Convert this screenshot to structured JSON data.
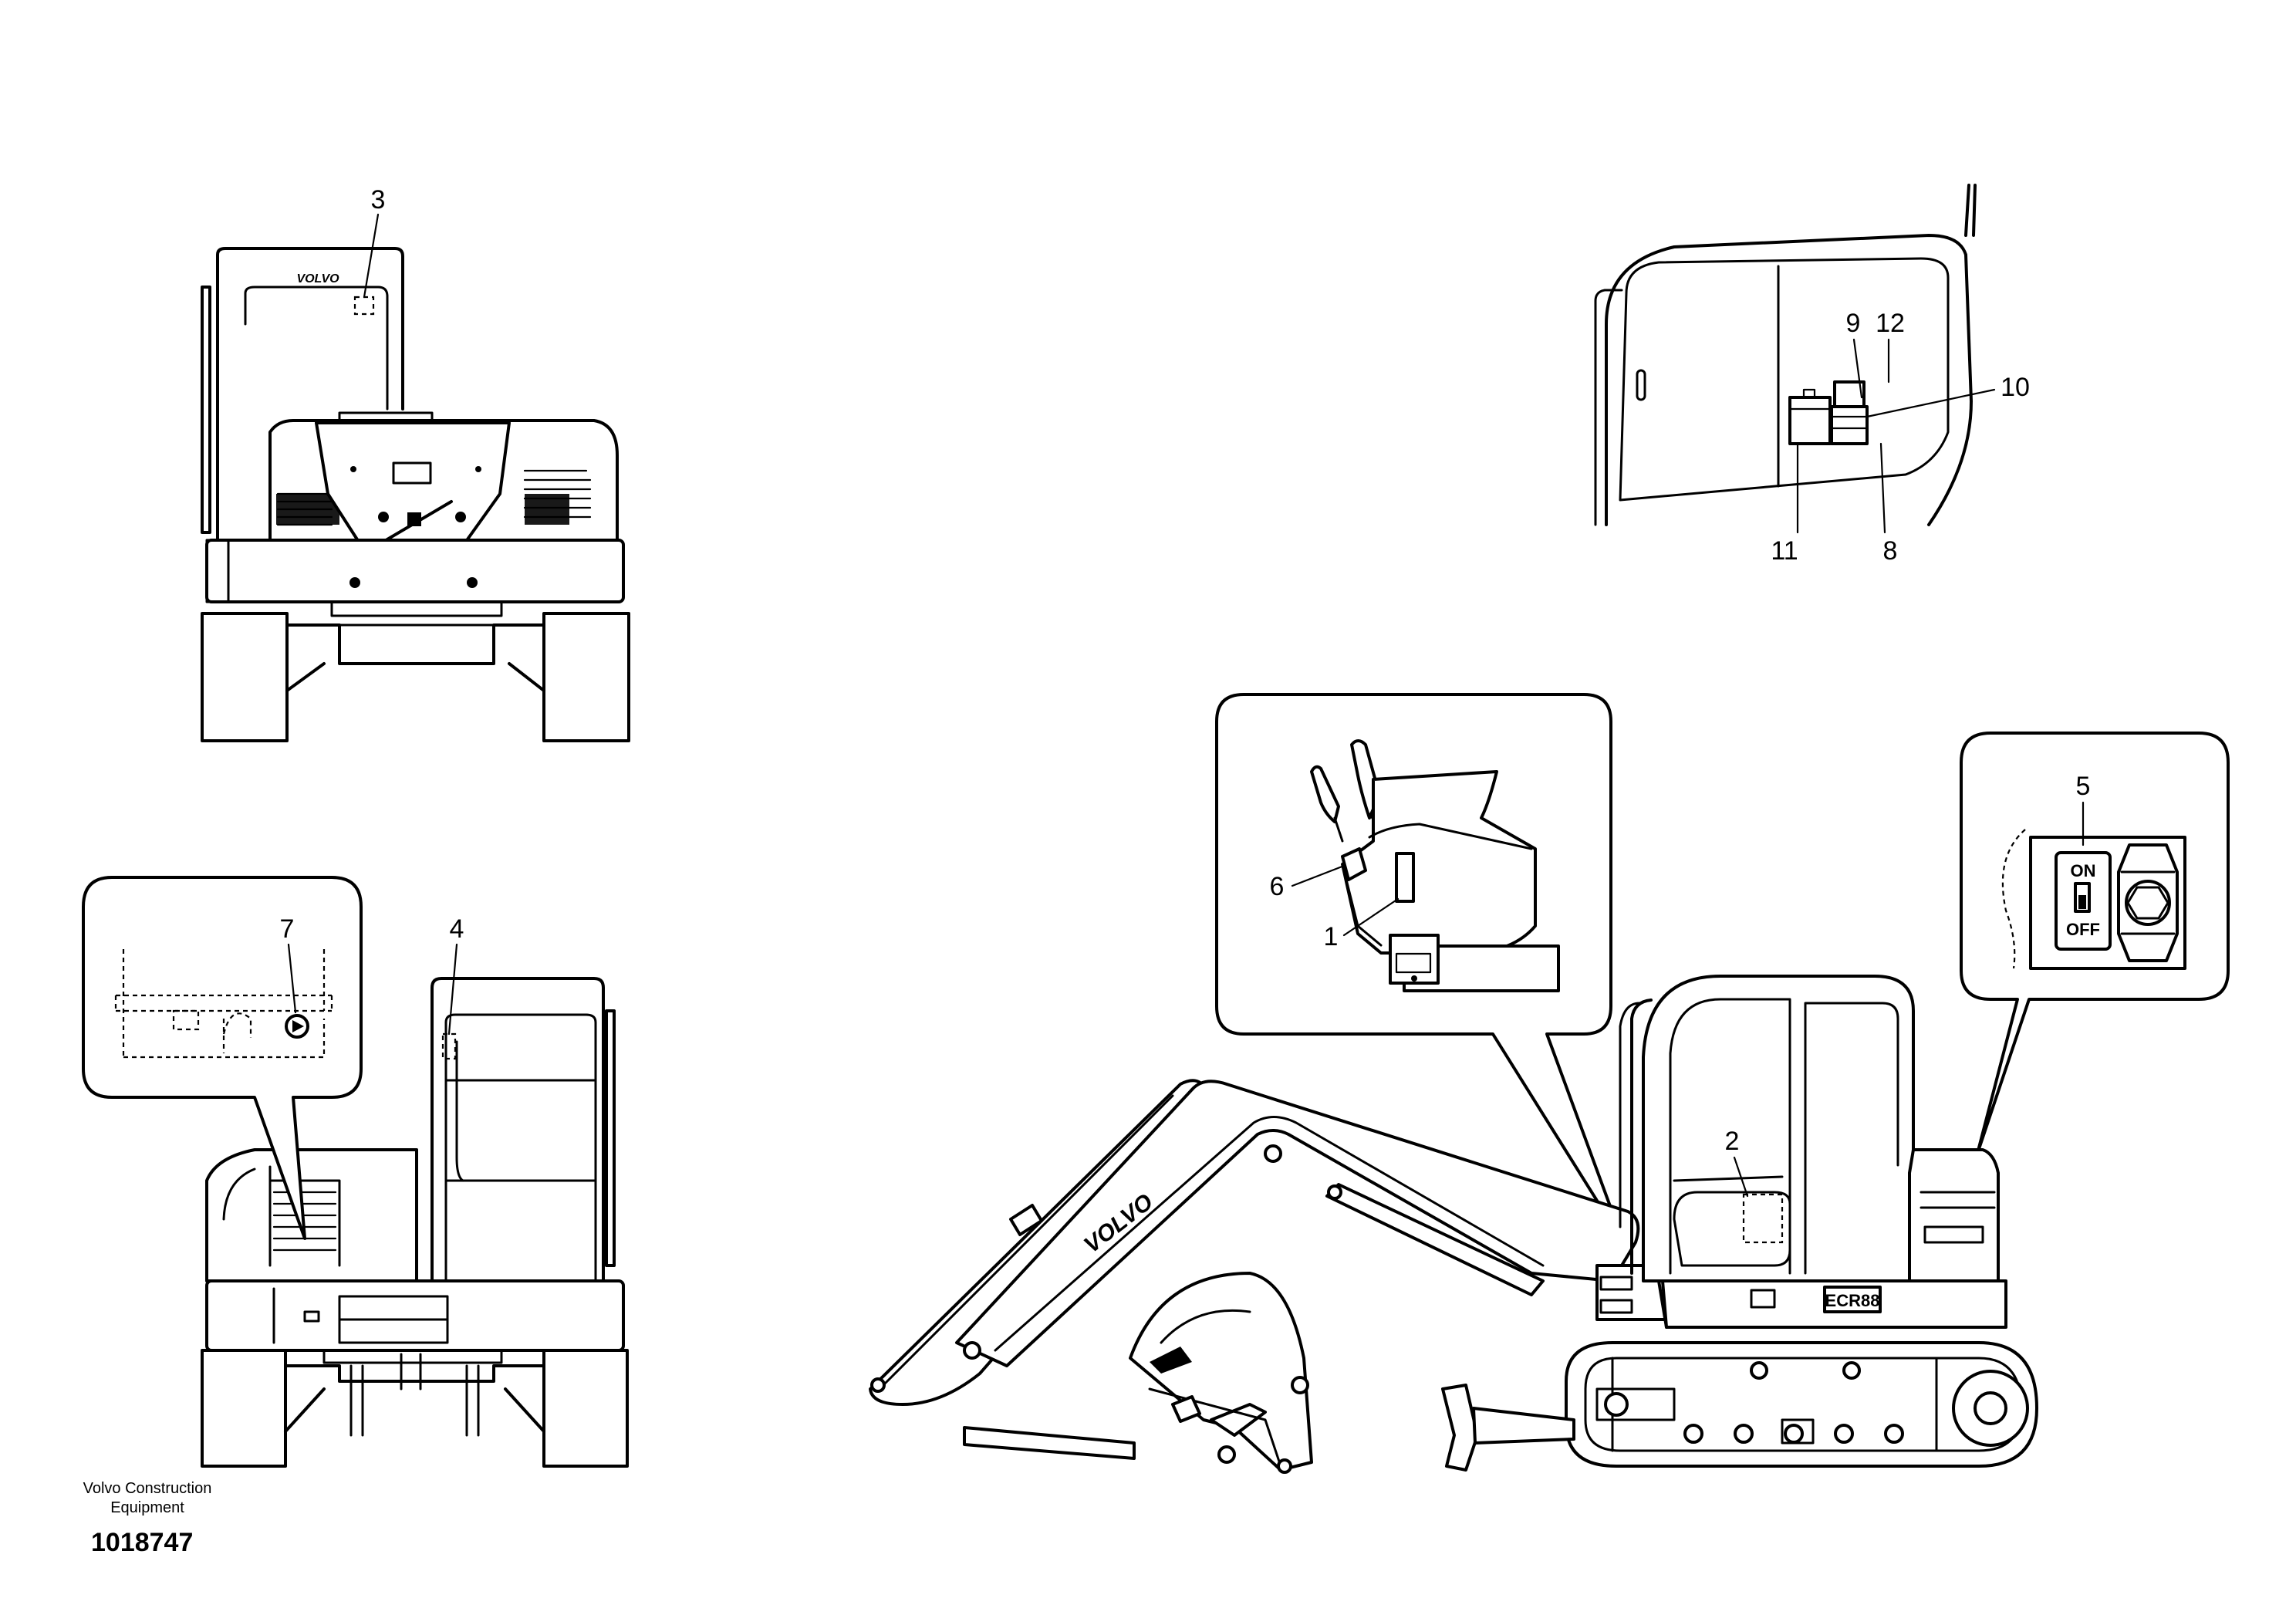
{
  "callouts": {
    "c1": "1",
    "c2": "2",
    "c3": "3",
    "c4": "4",
    "c5": "5",
    "c6": "6",
    "c7": "7",
    "c8": "8",
    "c9": "9",
    "c10": "10",
    "c11": "11",
    "c12": "12"
  },
  "logos": {
    "boom_logo": "VOLVO",
    "cab_logo": "VOLVO",
    "model_badge": "ECR88"
  },
  "switch": {
    "on": "ON",
    "off": "OFF"
  },
  "footer": {
    "company_line1": "Volvo Construction",
    "company_line2": "Equipment",
    "drawing_number": "1018747"
  }
}
